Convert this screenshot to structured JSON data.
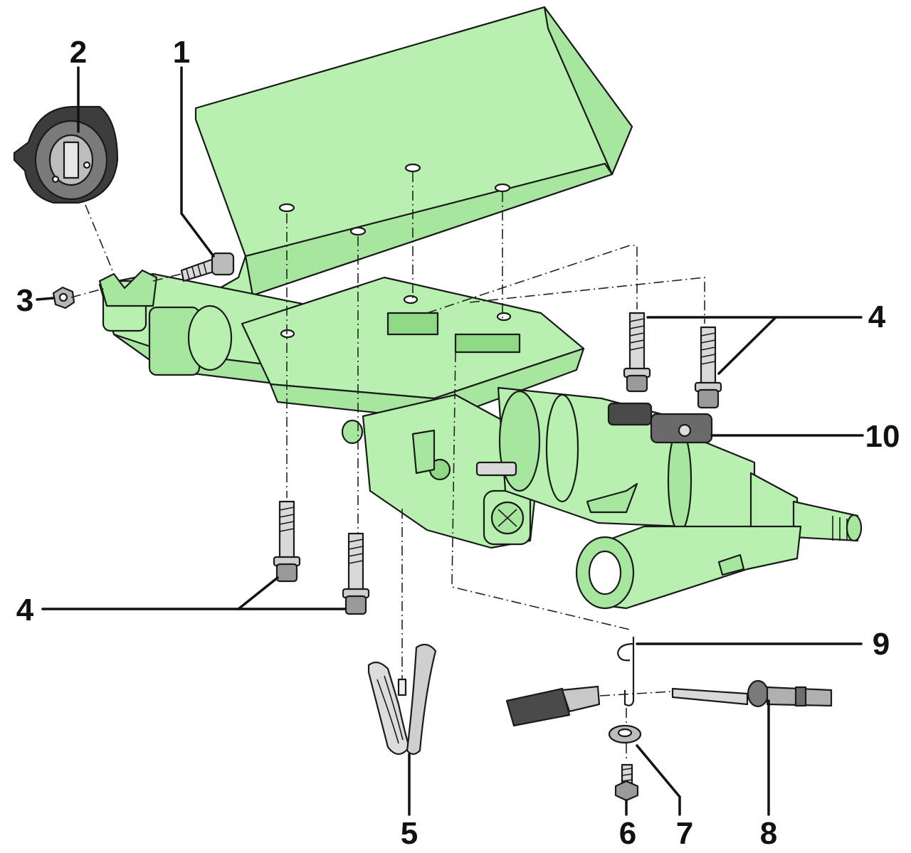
{
  "diagram": {
    "callouts": [
      {
        "id": "c1",
        "label": "1"
      },
      {
        "id": "c2",
        "label": "2"
      },
      {
        "id": "c3",
        "label": "3"
      },
      {
        "id": "c4a",
        "label": "4"
      },
      {
        "id": "c4b",
        "label": "4"
      },
      {
        "id": "c5",
        "label": "5"
      },
      {
        "id": "c6",
        "label": "6"
      },
      {
        "id": "c7",
        "label": "7"
      },
      {
        "id": "c8",
        "label": "8"
      },
      {
        "id": "c9",
        "label": "9"
      },
      {
        "id": "c10",
        "label": "10"
      }
    ],
    "colors": {
      "highlight": "#b8f0b0",
      "outline": "#1a1a1a",
      "metal": "#d9d9d9",
      "background": "#ffffff"
    }
  }
}
